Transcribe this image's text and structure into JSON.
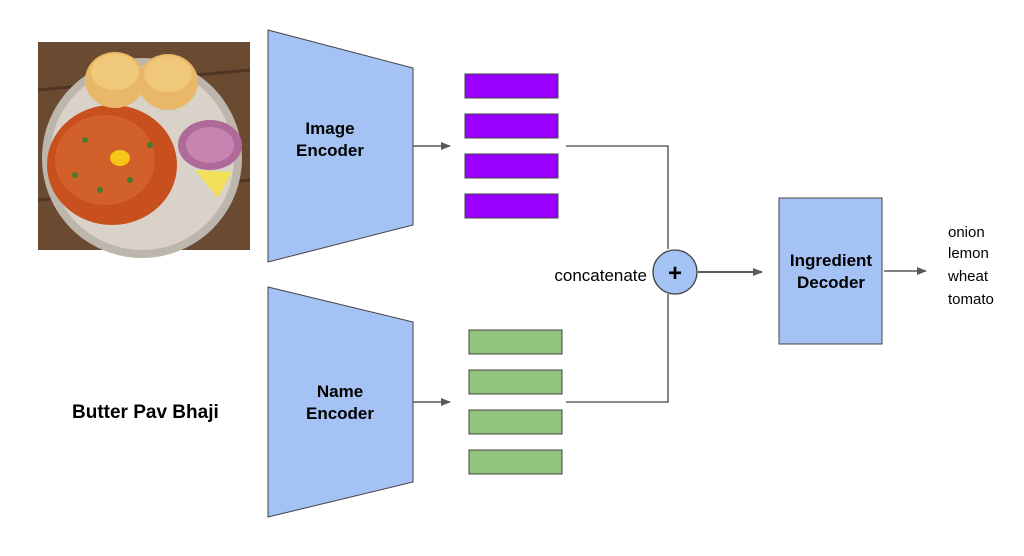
{
  "input": {
    "dish_name": "Butter Pav Bhaji"
  },
  "image_encoder": {
    "line1": "Image",
    "line2": "Encoder"
  },
  "name_encoder": {
    "line1": "Name",
    "line2": "Encoder"
  },
  "combine": {
    "label": "concatenate",
    "symbol": "+"
  },
  "decoder": {
    "line1": "Ingredient",
    "line2": "Decoder"
  },
  "ingredients": [
    "onion",
    "lemon",
    "wheat",
    "tomato"
  ],
  "colors": {
    "encoder_fill": "#a4c2f4",
    "image_embedding": "#9900ff",
    "name_embedding": "#93c47d",
    "stroke": "#434343",
    "plate": "#c9c2b8",
    "bhaji": "#c8501e",
    "bun": "#e8b868",
    "table": "#6b4a32"
  },
  "icons": {
    "food_photo": "pav-bhaji-photo"
  }
}
